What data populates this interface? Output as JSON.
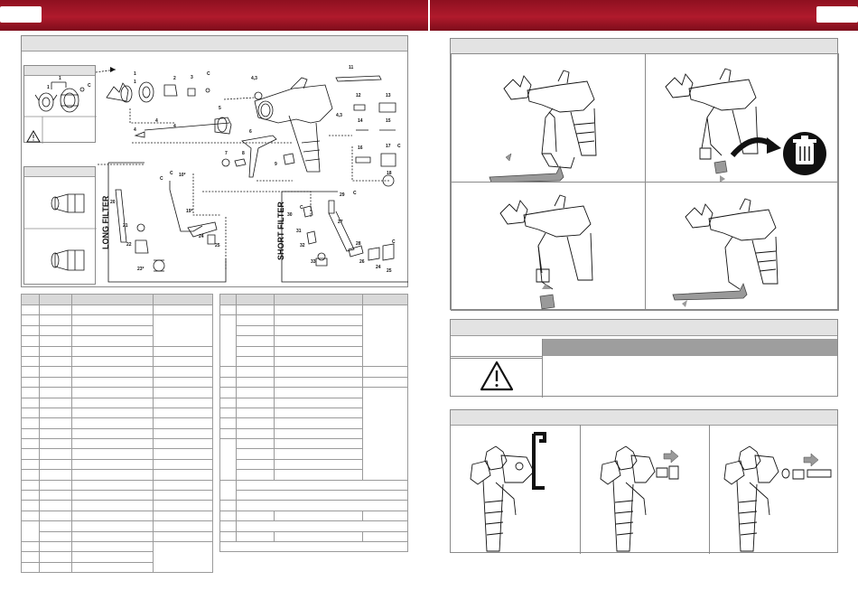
{
  "header": {
    "left_banner_color": "#a3162a",
    "right_banner_color": "#a3162a"
  },
  "diagram": {
    "part_numbers": [
      "1",
      "2",
      "3",
      "4",
      "5",
      "6",
      "7",
      "8",
      "9",
      "10",
      "11",
      "12",
      "13",
      "14",
      "15",
      "16",
      "17",
      "18",
      "19",
      "20",
      "21",
      "22",
      "23",
      "24",
      "25",
      "26",
      "27",
      "28",
      "29",
      "30",
      "31",
      "32",
      "33"
    ],
    "callouts": {
      "n1": "1",
      "n1b": "1",
      "n2": "2",
      "n3": "3",
      "n4": "4",
      "n4b": "4",
      "n43a": "4,3",
      "n43b": "4,3",
      "n5": "5",
      "n6": "6",
      "n7": "7",
      "n8": "8",
      "n9": "9",
      "n10": "10*",
      "n11": "11",
      "n12": "12",
      "n13": "13",
      "n14": "14",
      "n15": "15",
      "n16": "16",
      "n17": "17",
      "n18": "18",
      "n19": "19*",
      "n20": "20",
      "n21": "21",
      "n22": "22",
      "n23": "23*",
      "n24": "24",
      "n25": "25",
      "n24b": "24",
      "n25b": "25",
      "n26": "26",
      "n27": "27",
      "n28": "28",
      "n29": "29",
      "n30": "30",
      "n31": "31",
      "n32": "32",
      "n33": "33",
      "c_a": "C",
      "c_b": "C",
      "c_c": "C",
      "c_d": "C",
      "c_e": "C",
      "c_f": "C",
      "c_g": "C",
      "c_h": "C"
    },
    "long_filter_label": "LONG FILTER",
    "short_filter_label": "SHORT FILTER"
  },
  "icons": {
    "warning": "warning-triangle-icon",
    "trash": "trash-can-icon",
    "arrow": "arrow-right-icon"
  },
  "colors": {
    "banner": "#a3162a",
    "panel_header": "#e3e3e3",
    "warning_bar": "#9e9e9e"
  }
}
